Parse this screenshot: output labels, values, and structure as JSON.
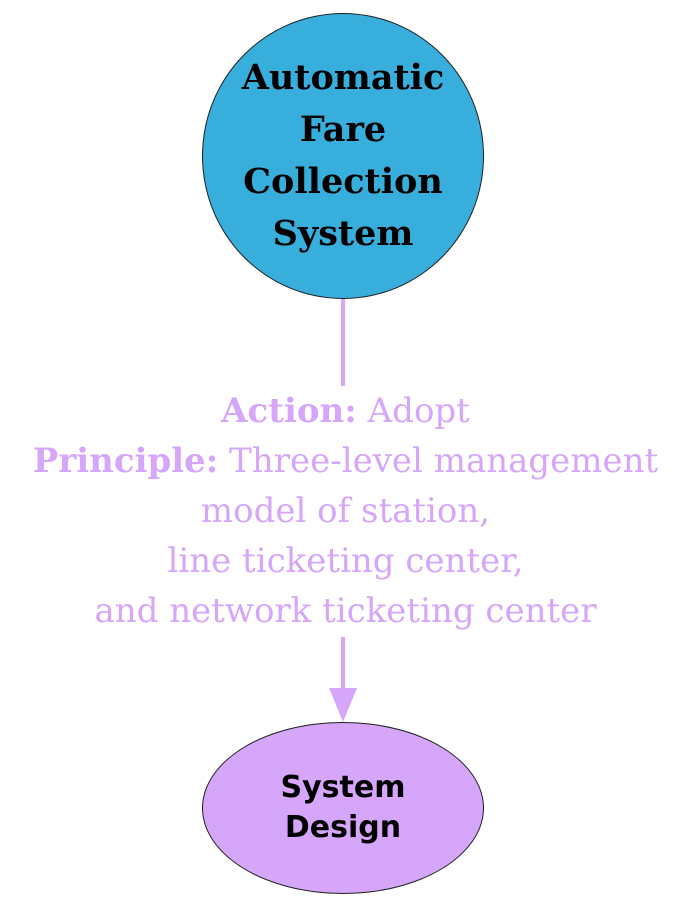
{
  "nodes": {
    "top": {
      "lines": [
        "Automatic",
        "Fare",
        "Collection",
        "System"
      ],
      "fill": "#37aedb"
    },
    "bottom": {
      "lines": [
        "System",
        "Design"
      ],
      "fill": "#d5a6f9"
    }
  },
  "edge": {
    "color": "#d5a6f9",
    "action_key": "Action:",
    "action_value": "Adopt",
    "principle_key": "Principle:",
    "principle_lines": [
      "Three-level management",
      "model of station,",
      "line ticketing center,",
      "and network ticketing center"
    ]
  }
}
